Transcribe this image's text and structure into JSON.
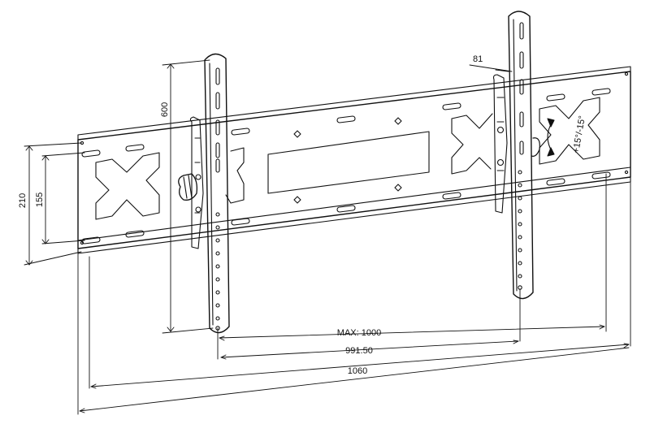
{
  "dimensions": {
    "d600": "600",
    "d81": "81",
    "d210": "210",
    "d155": "155",
    "max_width": "MAX: 1000",
    "d991": "991.50",
    "d1060": "1060",
    "tilt": "+15°/-15°"
  },
  "colors": {
    "line": "#111111",
    "background": "#ffffff"
  }
}
